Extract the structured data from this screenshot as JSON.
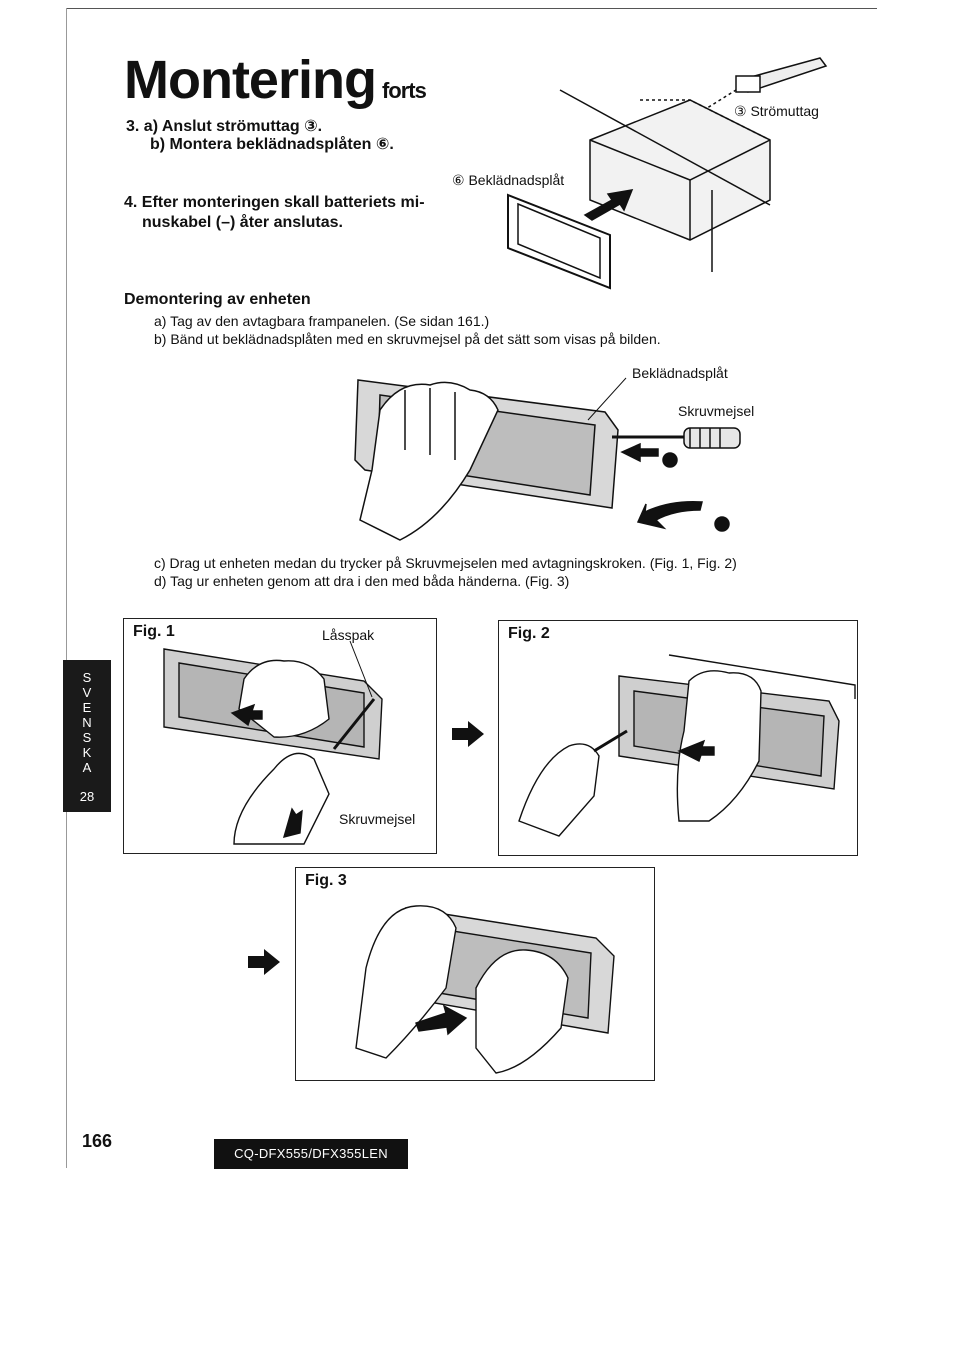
{
  "title": {
    "main": "Montering",
    "sub": "forts"
  },
  "steps": {
    "s3a": "3. a) Anslut strömuttag ③.",
    "s3b": "b) Montera beklädnadsplåten ⑥.",
    "s4_line1": "4. Efter monteringen skall batteriets mi-",
    "s4_line2": "nuskabel (–) åter anslutas."
  },
  "top_diagram": {
    "label_power": "③ Strömuttag",
    "label_plate": "⑥ Beklädnadsplåt"
  },
  "removal": {
    "heading": "Demontering av enheten",
    "a": "a) Tag av den avtagbara frampanelen. (Se sidan 161.)",
    "b": "b) Bänd ut beklädnadsplåten med en skruvmejsel på det sätt som visas på bilden.",
    "label_plate": "Beklädnadsplåt",
    "label_screwdriver": "Skruvmejsel",
    "c": "c) Drag ut enheten medan du trycker på Skruvmejselen med avtagningskroken. (Fig. 1, Fig. 2)",
    "d": "d) Tag ur enheten genom att dra i den med båda händerna. (Fig. 3)"
  },
  "fig1": {
    "title": "Fig. 1",
    "label_lock": "Låsspak",
    "label_screwdriver": "Skruvmejsel"
  },
  "fig2": {
    "title": "Fig. 2"
  },
  "fig3": {
    "title": "Fig. 3"
  },
  "side_tab": {
    "letters": [
      "S",
      "V",
      "E",
      "N",
      "S",
      "K",
      "A"
    ],
    "page": "28"
  },
  "footer": {
    "page_number": "166",
    "model": "CQ-DFX555/DFX355LEN"
  }
}
